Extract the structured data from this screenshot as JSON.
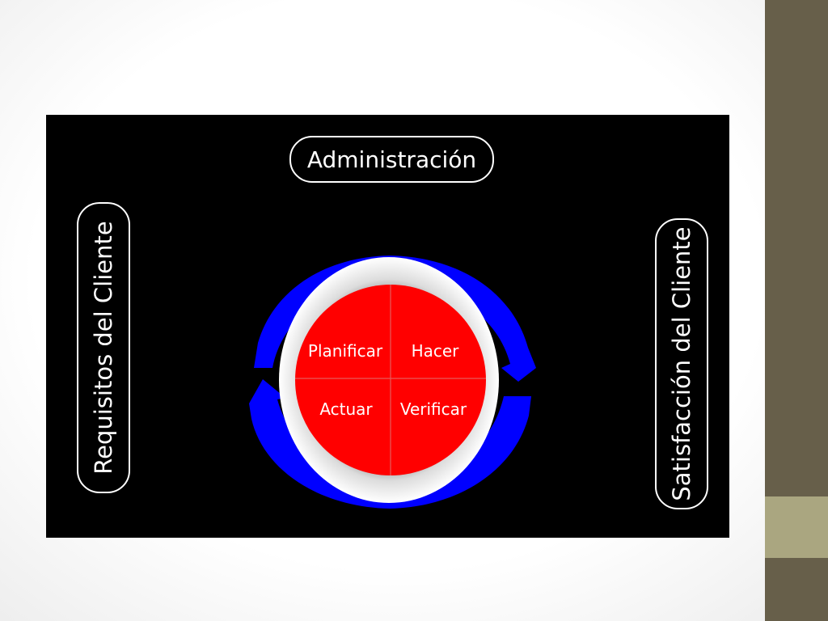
{
  "diagram": {
    "top_label": "Administración",
    "left_label": "Requisitos del Cliente",
    "right_label": "Satisfacción del Cliente",
    "quadrants": {
      "top_left": "Planificar",
      "top_right": "Hacer",
      "bottom_left": "Actuar",
      "bottom_right": "Verificar"
    }
  },
  "colors": {
    "panel": "#000000",
    "circle": "#ff0000",
    "arrows": "#0000ff",
    "ring": "#e6e6e6",
    "sidebar": "#675f4a",
    "sidebar_accent": "#aaa680"
  }
}
